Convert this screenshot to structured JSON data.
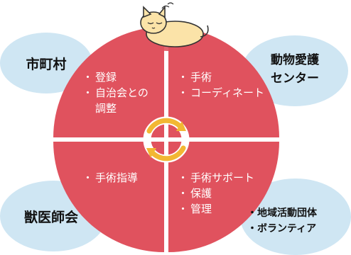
{
  "colors": {
    "quadrant": "#e0525e",
    "blob": "#cfe6f3",
    "cycle_arrow": "#f2b733",
    "cat": "#fbe3a8"
  },
  "illustration": "sleeping-cat-icon",
  "cycle_icon": "circular-arrows-icon",
  "outer_labels": {
    "top_left": "市町村",
    "top_right_line1": "動物愛護",
    "top_right_line2": "センター",
    "bottom_left": "獣医師会",
    "bottom_right_line1": "・地域活動団体",
    "bottom_right_line2": "・ボランティア"
  },
  "quadrants": {
    "top_left": {
      "items": [
        "登録",
        "自治会との"
      ],
      "continuation": "調整"
    },
    "top_right": {
      "items": [
        "手術",
        "コーディネート"
      ]
    },
    "bottom_left": {
      "items": [
        "手術指導"
      ]
    },
    "bottom_right": {
      "items": [
        "手術サポート",
        "保護",
        "管理"
      ]
    }
  }
}
